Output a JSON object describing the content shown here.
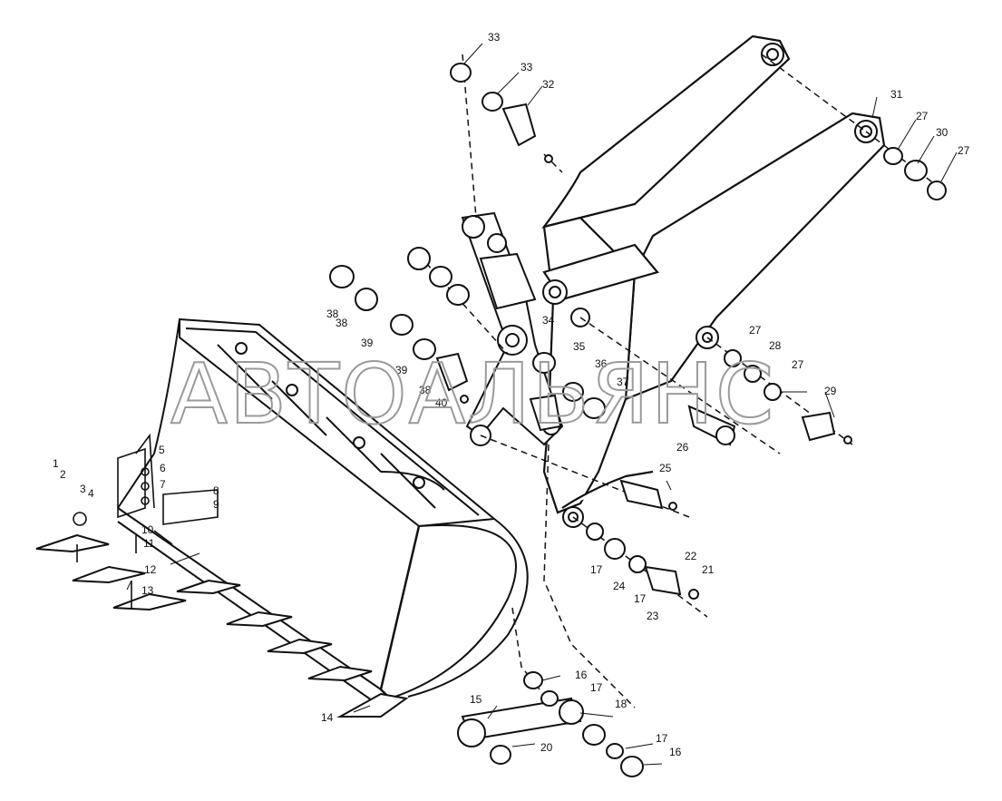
{
  "watermark": "АВТОАЛЬЯНС",
  "callouts": [
    "1",
    "2",
    "3",
    "4",
    "5",
    "6",
    "7",
    "8",
    "9",
    "10",
    "11",
    "12",
    "13",
    "14",
    "15",
    "16",
    "16",
    "17",
    "17",
    "17",
    "17",
    "18",
    "20",
    "21",
    "22",
    "23",
    "24",
    "25",
    "26",
    "27",
    "27",
    "27",
    "27",
    "28",
    "29",
    "30",
    "31",
    "32",
    "33",
    "33",
    "34",
    "35",
    "36",
    "37",
    "38",
    "38",
    "38",
    "39",
    "39",
    "40"
  ],
  "colors": {
    "line": "#111111",
    "watermark": "#9a9a9a",
    "background": "#ffffff"
  }
}
